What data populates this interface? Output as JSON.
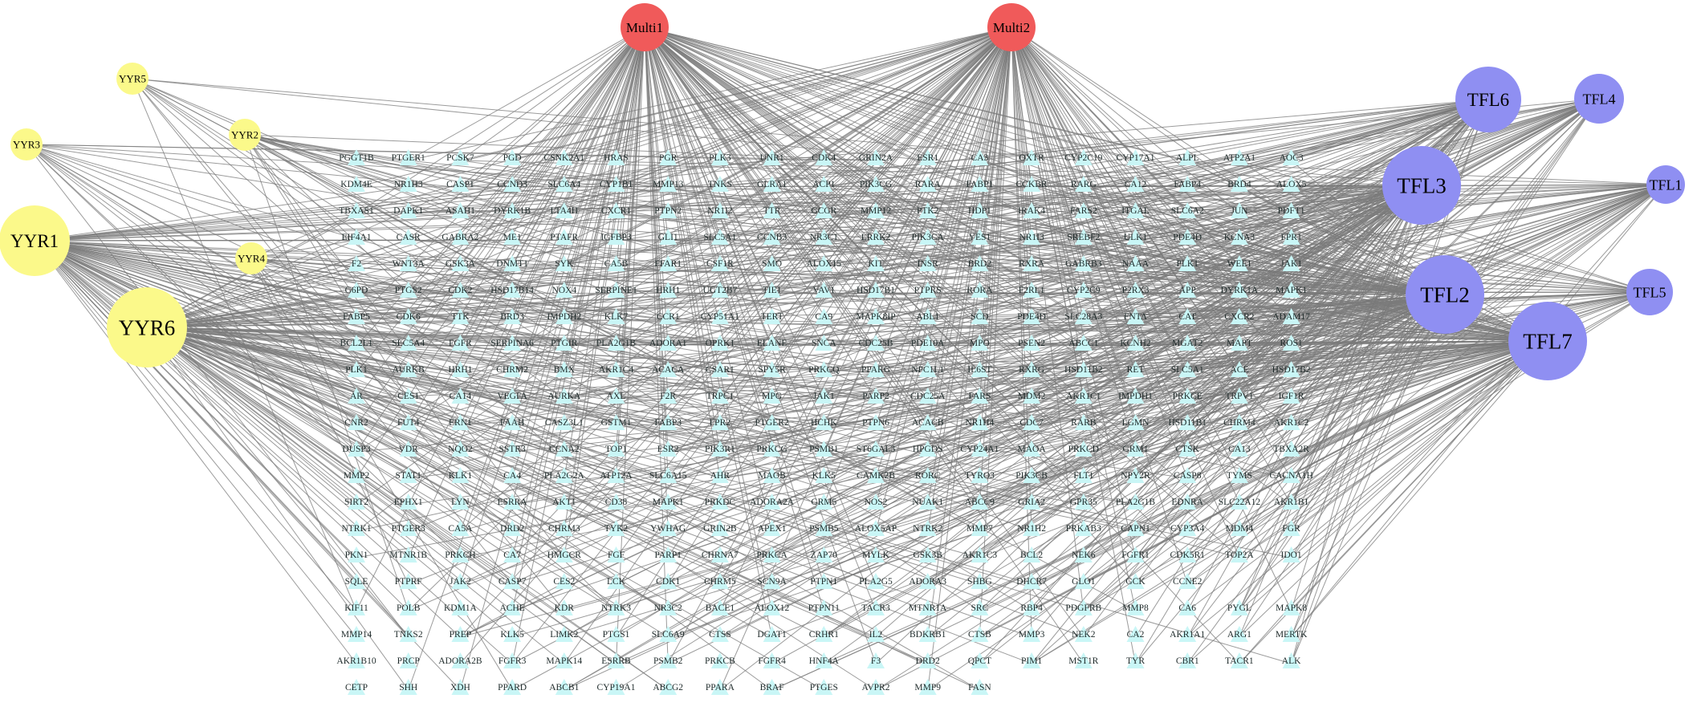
{
  "colors": {
    "multi": "#f05a5a",
    "yyr": "#fbf98a",
    "tfl": "#8f8ff2",
    "target": "#c9f6f6",
    "edge": "#7a7a7a"
  },
  "hubs": {
    "multi": [
      "Multi1",
      "Multi2"
    ],
    "yyr": [
      "YYR1",
      "YYR2",
      "YYR3",
      "YYR4",
      "YYR5",
      "YYR6"
    ],
    "tfl": [
      "TFL1",
      "TFL2",
      "TFL3",
      "TFL4",
      "TFL5",
      "TFL6",
      "TFL7"
    ]
  },
  "target_grid": [
    [
      "PGGT1B",
      "PTGER1",
      "PCSK7",
      "PGD",
      "CSNK2A1",
      "HRAS",
      "PGR",
      "PLK3",
      "UNR1",
      "CDK4",
      "GRIN2A",
      "ESR1",
      "CA3",
      "OXTR",
      "CYP2C19",
      "CYP17A1",
      "ALPL",
      "ATP2A1",
      "AOC3"
    ],
    [
      "KDM4E",
      "NR1H3",
      "CASP1",
      "CCND3",
      "SLC6A4",
      "CYP1B1",
      "MMP13",
      "TNKS",
      "GLRA1",
      "ACP1",
      "PIK3CG",
      "RARA",
      "FABP1",
      "CCKBR",
      "RARG",
      "CA12",
      "FABP4",
      "BRD4",
      "ALOX5"
    ],
    [
      "TBXAS1",
      "DAPK1",
      "ASAH1",
      "DYRK1B",
      "LTA4H",
      "CXCR1",
      "PTPN2",
      "NR1I2",
      "TTR",
      "GCGR",
      "MMP12",
      "PTK2",
      "HDP1",
      "IRAK4",
      "FARS2",
      "ITGAL",
      "SLC6A2",
      "JUN",
      "PDFT1"
    ],
    [
      "EIF4A1",
      "CASR",
      "GABRA2",
      "ME1",
      "PTAFR",
      "IGFBP3",
      "GLI1",
      "SLC5A1",
      "CCNB3",
      "NR3C1",
      "LRRK2",
      "PIK3CA",
      "YES1",
      "NR1I3",
      "SREBF2",
      "ULK1",
      "PDE4D",
      "KCNA3",
      "FPR1"
    ],
    [
      "F2",
      "WNT3A",
      "GSK3A",
      "DNMT1",
      "SYK",
      "CA5B",
      "FFAR1",
      "CSF1R",
      "SMO",
      "ALOX15",
      "KIT",
      "INSR",
      "BRD2",
      "RXRA",
      "GABRB3",
      "NAAA",
      "PLK1",
      "WEE1",
      "JAK1"
    ],
    [
      "G6PD",
      "PTGS2",
      "CDK2",
      "HSD17B14",
      "NOX4",
      "SERPINE1",
      "HRH1",
      "UGT2B7",
      "TIE1",
      "VAV1",
      "HSD17B1",
      "PTPRS",
      "RORA",
      "F2RL1",
      "CYP2C9",
      "P2RX3",
      "APP",
      "DYRK1A",
      "MAPK1"
    ],
    [
      "FABP5",
      "CDK6",
      "TTK",
      "BRD3",
      "IMPDH2",
      "KLK7",
      "CCR1",
      "CYP51A1",
      "TERT",
      "CA9",
      "MAPK8IP",
      "ABL1",
      "SCD",
      "PDE4D",
      "SLC28A3",
      "FNTA",
      "CAT",
      "CXCR2",
      "ADAM17"
    ],
    [
      "BCL2L1",
      "SLC5A4",
      "FGFR",
      "SERPINA6",
      "PTGIR",
      "PLA2G1B",
      "ADORA1",
      "OPRK1",
      "ELANE",
      "SNCA",
      "CDC25B",
      "PDE10A",
      "MPO",
      "PSEN2",
      "ABCC1",
      "KCNH2",
      "MGAT2",
      "MAPT",
      "ROS1"
    ],
    [
      "PLK1",
      "AURKB",
      "HRH1",
      "CHRM2",
      "BMX",
      "AKR1C4",
      "ACACA",
      "CSAR1",
      "SPY5R",
      "PRKCQ",
      "PPARG",
      "NPC1L1",
      "IL6ST",
      "RXRG",
      "HSD11B2",
      "RET",
      "SLC5A1",
      "ACE",
      "HSD17B2"
    ],
    [
      "AR",
      "CES1",
      "CA14",
      "VEGFA",
      "AURKA",
      "AXL",
      "F2R",
      "TRPC1",
      "MPG",
      "JAK1",
      "PARP2",
      "CDC25A",
      "FARS",
      "MDM2",
      "AKR1C1",
      "IMPDH1",
      "PRKCE",
      "TRPV1",
      "IGF1R"
    ],
    [
      "CNR2",
      "FUT4",
      "ERN1",
      "FAAH",
      "CASZ3L1",
      "GSTM1",
      "FABP3",
      "FPR2",
      "PTGER2",
      "HCHK",
      "PTPN6",
      "ACACB",
      "NR1H4",
      "CDC7",
      "RARB",
      "LGMN",
      "HSD11B1",
      "CHRM4",
      "AKR1C2"
    ],
    [
      "DUSP3",
      "VDR",
      "NQO2",
      "SSTR3",
      "CCNA2",
      "TOP1",
      "ESR2",
      "PIK3R1",
      "PRKCG",
      "PSMB1",
      "ST6GAL3",
      "HPGDS",
      "CYP24A1",
      "MAOA",
      "PRKCD",
      "GRM1",
      "CTSK",
      "CA13",
      "TBXA2R"
    ],
    [
      "MMP2",
      "STAT1",
      "KLK1",
      "CA4",
      "PLA2G2A",
      "ATP12A",
      "SLC6A15",
      "AHR",
      "MAOB",
      "KLK5",
      "CAMK2B",
      "RORC",
      "TYRO3",
      "PIK3CB",
      "FLT1",
      "NPY2R",
      "CASP8",
      "TYMS",
      "CACNA1H"
    ],
    [
      "SIRT2",
      "EPHX1",
      "LYN",
      "ESRRA",
      "AKT1",
      "CD38",
      "MAPK1",
      "PRKDC",
      "ADORA2A",
      "GRM5",
      "NOS2",
      "NUAK1",
      "ABCC9",
      "GRIA2",
      "GPR35",
      "PLA2G1B",
      "EDNRA",
      "SLC22A12",
      "AKR1B1"
    ],
    [
      "NTRK1",
      "PTGER3",
      "CA5A",
      "DRD2",
      "CHRM3",
      "TYK2",
      "YWHAG",
      "GRIN2B",
      "APEX1",
      "PSMB5",
      "ALOX5AP",
      "NTRK2",
      "MMP7",
      "NR1H2",
      "PRKAB3",
      "CAPN1",
      "CYP3A4",
      "MDM4",
      "FGR"
    ],
    [
      "PKN1",
      "MTNR1B",
      "PRKCH",
      "CA7",
      "HMGCR",
      "FGF",
      "PARP1",
      "CHRNA7",
      "PRKCA",
      "ZAP70",
      "MYLK",
      "GSK3B",
      "AKR1C3",
      "BCL2",
      "NEK6",
      "FGFR1",
      "CDK5R1",
      "TOP2A",
      "IDO1"
    ],
    [
      "SQLE",
      "PTPRF",
      "JAK2",
      "CASP7",
      "CES2",
      "LCK",
      "CDK1",
      "CHRM5",
      "SCN9A",
      "PTPN1",
      "PLA2G5",
      "ADORA3",
      "SHBG",
      "DHCR7",
      "GLO1",
      "GCK",
      "CCNE2"
    ],
    [
      "KIF11",
      "POLB",
      "KDM1A",
      "ACHE",
      "KDR",
      "NTRK3",
      "NR3C2",
      "BACE1",
      "ALOX12",
      "PTPN11",
      "TACR3",
      "MTNR1A",
      "SRC",
      "RBP4",
      "PDGFRB",
      "MMP8",
      "CA6",
      "PYGL",
      "MAPK8"
    ],
    [
      "MMP14",
      "TNKS2",
      "PREP",
      "KLK5",
      "LIMK2",
      "PTGS1",
      "SLC6A9",
      "CTSS",
      "DGAT1",
      "CRHR1",
      "IL2",
      "BDKRB1",
      "CTSB",
      "MMP3",
      "NEK2",
      "CA2",
      "AKR1A1",
      "ARG1",
      "MERTK"
    ],
    [
      "AKR1B10",
      "PRCP",
      "ADORA2B",
      "FGFR3",
      "MAPK14",
      "ESRRB",
      "PSMB2",
      "PRKCB",
      "FGFR4",
      "HNF4A",
      "F3",
      "DRD2",
      "QPCT",
      "PIM1",
      "MST1R",
      "TYR",
      "CBR1",
      "TACR1",
      "ALK"
    ],
    [
      "CETP",
      "SHH",
      "XDH",
      "PPARD",
      "ABCB1",
      "CYP19A1",
      "ABCG2",
      "PPARA",
      "BRAF",
      "PTGES",
      "AVPR2",
      "MMP9",
      "FASN"
    ]
  ]
}
